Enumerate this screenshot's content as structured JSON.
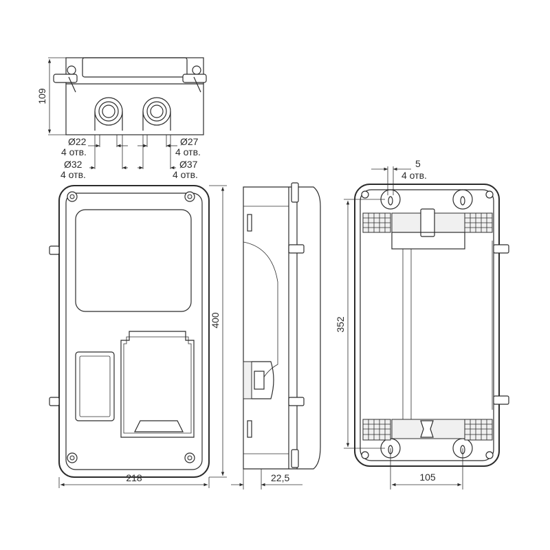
{
  "dimensions": {
    "top_height": "109",
    "hole_d22": "Ø22",
    "hole_d22_count": "4 отв.",
    "hole_d27": "Ø27",
    "hole_d27_count": "4 отв.",
    "hole_d32": "Ø32",
    "hole_d32_count": "4 отв.",
    "hole_d37": "Ø37",
    "hole_d37_count": "4 отв.",
    "front_width": "218",
    "front_height": "400",
    "side_depth": "22,5",
    "mount_hole": "5",
    "mount_hole_count": "4 отв.",
    "mount_height": "352",
    "mount_width": "105"
  },
  "colors": {
    "line": "#2b2b2b",
    "fill_light": "#e6e6e6",
    "background": "#ffffff"
  }
}
